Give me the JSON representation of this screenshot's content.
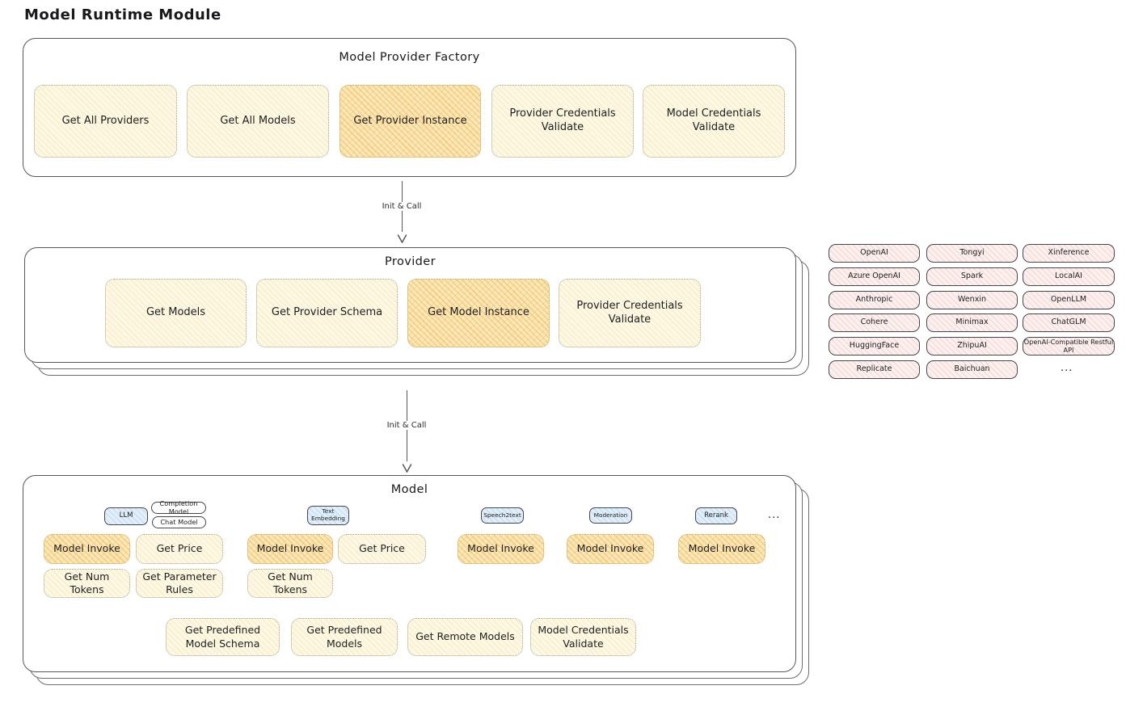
{
  "page": {
    "title": "Model Runtime Module"
  },
  "arrows": {
    "first_label": "Init & Call",
    "second_label": "Init & Call"
  },
  "factory": {
    "title": "Model Provider Factory",
    "cards": [
      {
        "label": "Get All Providers",
        "highlighted": false
      },
      {
        "label": "Get All Models",
        "highlighted": false
      },
      {
        "label": "Get Provider Instance",
        "highlighted": true
      },
      {
        "label": "Provider Credentials Validate",
        "highlighted": false
      },
      {
        "label": "Model Credentials Validate",
        "highlighted": false
      }
    ]
  },
  "provider": {
    "title": "Provider",
    "cards": [
      {
        "label": "Get Models",
        "highlighted": false
      },
      {
        "label": "Get Provider Schema",
        "highlighted": false
      },
      {
        "label": "Get Model Instance",
        "highlighted": true
      },
      {
        "label": "Provider Credentials Validate",
        "highlighted": false
      }
    ]
  },
  "providers_list": {
    "items": [
      "OpenAI",
      "Azure OpenAI",
      "Anthropic",
      "Cohere",
      "HuggingFace",
      "Replicate",
      "Tongyi",
      "Spark",
      "Wenxin",
      "Minimax",
      "ZhipuAI",
      "Baichuan",
      "Xinference",
      "LocalAI",
      "OpenLLM",
      "ChatGLM",
      "OpenAI-Compatible Restful API"
    ],
    "more": "..."
  },
  "model": {
    "title": "Model",
    "tabs": [
      {
        "label": "LLM"
      },
      {
        "label": "Completion Model"
      },
      {
        "label": "Chat Model"
      },
      {
        "label": "Text Embedding"
      },
      {
        "label": "Speech2text"
      },
      {
        "label": "Moderation"
      },
      {
        "label": "Rerank"
      }
    ],
    "more": "...",
    "cards": [
      {
        "label": "Model Invoke",
        "highlighted": true
      },
      {
        "label": "Get Price",
        "highlighted": false
      },
      {
        "label": "Model Invoke",
        "highlighted": true
      },
      {
        "label": "Get Price",
        "highlighted": false
      },
      {
        "label": "Model Invoke",
        "highlighted": true
      },
      {
        "label": "Model Invoke",
        "highlighted": true
      },
      {
        "label": "Model Invoke",
        "highlighted": true
      },
      {
        "label": "Get Num Tokens",
        "highlighted": false
      },
      {
        "label": "Get Parameter Rules",
        "highlighted": false
      },
      {
        "label": "Get Num Tokens",
        "highlighted": false
      },
      {
        "label": "Get Predefined Model Schema",
        "highlighted": false
      },
      {
        "label": "Get Predefined Models",
        "highlighted": false
      },
      {
        "label": "Get Remote Models",
        "highlighted": false
      },
      {
        "label": "Model Credentials Validate",
        "highlighted": false
      }
    ]
  }
}
